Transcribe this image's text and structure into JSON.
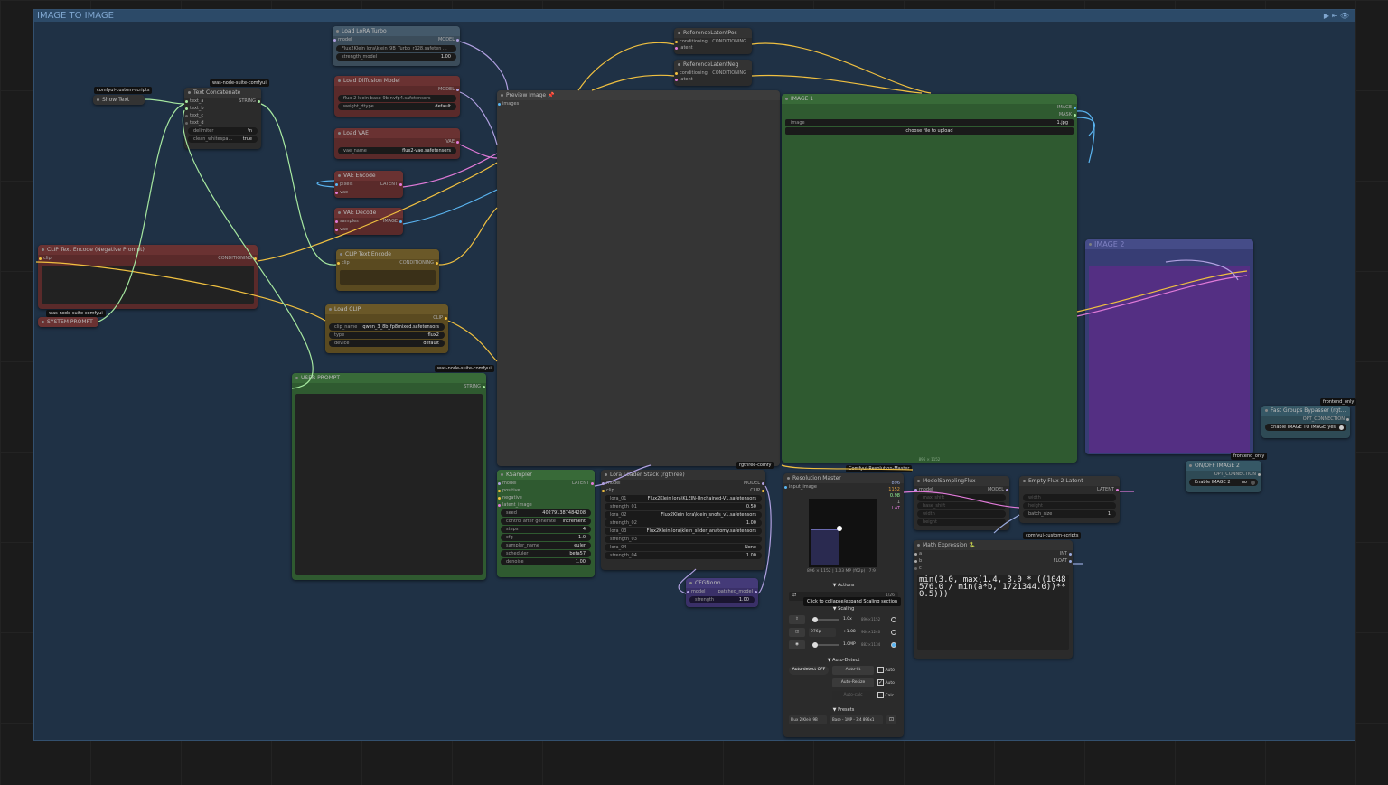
{
  "group": {
    "title": "IMAGE TO IMAGE",
    "controls": "▶ ⇤ 👁"
  },
  "nodes": {
    "load_lora": {
      "title": "Load LoRA Turbo",
      "in": "model",
      "out": "MODEL",
      "lora_name": "Flux2Klein lora\\klein_9B_Turbo_r128.safeten ...",
      "strength_label": "strength_model",
      "strength": "1.00"
    },
    "load_diffusion": {
      "title": "Load Diffusion Model",
      "out": "MODEL",
      "unet_name": "flux-2-klein-base-9b-nvfp4.safetensors",
      "dtype_label": "weight_dtype",
      "dtype": "default"
    },
    "load_vae": {
      "title": "Load VAE",
      "out": "VAE",
      "vae_label": "vae_name",
      "vae_name": "flux2-vae.safetensors"
    },
    "vae_encode": {
      "title": "VAE Encode",
      "in1": "pixels",
      "in2": "vae",
      "out": "LATENT"
    },
    "vae_decode": {
      "title": "VAE Decode",
      "in1": "samples",
      "in2": "vae",
      "out": "IMAGE"
    },
    "ref_pos": {
      "title": "ReferenceLatentPos",
      "in1": "conditioning",
      "in2": "latent",
      "out": "CONDITIONING"
    },
    "ref_neg": {
      "title": "ReferenceLatentNeg",
      "in1": "conditioning",
      "in2": "latent",
      "out": "CONDITIONING"
    },
    "show_text": {
      "title": "Show Text",
      "badge": "comfyui-custom-scripts"
    },
    "text_concat": {
      "title": "Text Concatenate",
      "badge": "was-node-suite-comfyui",
      "inputs": [
        "text_a",
        "text_b",
        "text_c",
        "text_d"
      ],
      "out": "STRING",
      "delimiter_label": "delimiter",
      "delimiter": "\\n",
      "clean_label": "clean_whitespa...",
      "clean": "true"
    },
    "clip_neg": {
      "title": "CLIP Text Encode (Negative Prompt)",
      "in": "clip",
      "out": "CONDITIONING"
    },
    "system_prompt": {
      "title": "SYSTEM PROMPT",
      "badge": "was-node-suite-comfyui"
    },
    "clip_text": {
      "title": "CLIP Text Encode",
      "in": "clip",
      "out": "CONDITIONING"
    },
    "load_clip": {
      "title": "Load CLIP",
      "out": "CLIP",
      "clip_label": "clip_name",
      "clip_name": "qwen_3_8b_fp8mixed.safetensors",
      "type_label": "type",
      "type": "flux2",
      "device_label": "device",
      "device": "default"
    },
    "user_prompt": {
      "title": "USER PROMPT",
      "badge": "was-node-suite-comfyui",
      "out": "STRING"
    },
    "preview": {
      "title": "Preview Image",
      "in": "images"
    },
    "image1": {
      "title": "IMAGE 1",
      "out1": "IMAGE",
      "out2": "MASK",
      "image_label": "image",
      "image": "1.jpg",
      "upload": "choose file to upload",
      "footer": "896 × 1152"
    },
    "image2": {
      "title": "IMAGE 2"
    },
    "ksampler": {
      "title": "KSampler",
      "inputs": [
        "model",
        "positive",
        "negative",
        "latent_image"
      ],
      "out": "LATENT",
      "widgets": [
        [
          "seed",
          "402791387484208"
        ],
        [
          "control after generate",
          "increment"
        ],
        [
          "steps",
          "4"
        ],
        [
          "cfg",
          "1.0"
        ],
        [
          "sampler_name",
          "euler"
        ],
        [
          "scheduler",
          "beta57"
        ],
        [
          "denoise",
          "1.00"
        ]
      ]
    },
    "lora_stack": {
      "title": "Lora Loader Stack (rgthree)",
      "badge": "rgthree-comfy",
      "in1": "model",
      "in2": "clip",
      "out1": "MODEL",
      "out2": "CLIP",
      "widgets": [
        [
          "lora_01",
          "Flux2Klein lora\\KLEIN-Unchained-V1.safetensors"
        ],
        [
          "strength_01",
          "0.50"
        ],
        [
          "lora_02",
          "Flux2Klein lora\\klein_snofs_v1.safetensors"
        ],
        [
          "strength_02",
          "1.00"
        ],
        [
          "lora_03",
          "Flux2Klein lora\\klein_slider_anatomy.safetensors"
        ],
        [
          "strength_03",
          ""
        ],
        [
          "lora_04",
          "None"
        ],
        [
          "strength_04",
          "1.00"
        ]
      ]
    },
    "cfgnorm": {
      "title": "CFGNorm",
      "in": "model",
      "out": "patched_model",
      "strength_label": "strength",
      "strength": "1.00"
    },
    "resolution": {
      "title": "Resolution Master",
      "badge": "Comfyui-Resolution-Master",
      "in": "input_image",
      "outs": [
        "896",
        "1152",
        "0.98",
        "1",
        "LAT"
      ],
      "info": "896 × 1152  |  1.03 MP (f62p)  |  7:9",
      "actions": "▼ Actions",
      "tooltip": "Click to collapse/expand Scaling section",
      "scaling": "▼ Scaling",
      "ratio": "1/26",
      "scale1": "1.0x",
      "scale1_info": "896×1152",
      "scale2_sel": "976p",
      "scale2": "+1.08",
      "scale2_info": "964×1240",
      "scale3": "1.0MP",
      "scale3_info": "882×1134",
      "autodetect": "▼ Auto-Detect",
      "autodetect_toggle": "Auto-detect OFF",
      "autofit": "Auto-fit",
      "autofit_chk": "Auto",
      "autoresize": "Auto-Resize",
      "autoresize_chk": "Auto",
      "autocalc": "Auto-calc",
      "autocalc_chk": "Calc",
      "presets": "▼ Presets",
      "preset1": "Flux 2 Klein 9B",
      "preset2": "Base - 1MP - 3:4 896x1"
    },
    "model_sampling": {
      "title": "ModelSamplingFlux",
      "in": "model",
      "out": "MODEL",
      "widgets": [
        "max_shift",
        "base_shift",
        "width",
        "height"
      ]
    },
    "empty_latent": {
      "title": "Empty Flux 2 Latent",
      "out": "LATENT",
      "widgets": [
        "width",
        "height"
      ],
      "batch_label": "batch_size",
      "batch": "1"
    },
    "math_expr": {
      "title": "Math Expression",
      "badge": "comfyui-custom-scripts",
      "ins": [
        "a",
        "b",
        "c"
      ],
      "out1": "INT",
      "out2": "FLOAT",
      "expression": "min(3.0, max(1.4, 3.0 * ((1048576.0 / min(a*b, 1721344.0))**0.5)))"
    },
    "fast_bypasser": {
      "title": "Fast Groups Bypasser (rgt...",
      "badge": "frontend_only",
      "out": "OPT_CONNECTION",
      "label": "Enable IMAGE TO IMAGE",
      "value": "yes"
    },
    "onoff": {
      "title": "ON/OFF IMAGE 2",
      "badge": "frontend_only",
      "out": "OPT_CONNECTION",
      "label": "Enable IMAGE 2",
      "value": "no"
    }
  },
  "colors": {
    "group_bg": "#1f3145",
    "red_node": "#5a2a2a",
    "green_node": "#2f5a30",
    "purple_node": "#5a2f7a",
    "yellow_node": "#5a4a20",
    "wire_yellow": "#f0c040",
    "wire_pink": "#e07ad8",
    "wire_lavender": "#b0a0e0",
    "wire_green": "#a6e8a0",
    "wire_blue": "#5ab4f0"
  }
}
